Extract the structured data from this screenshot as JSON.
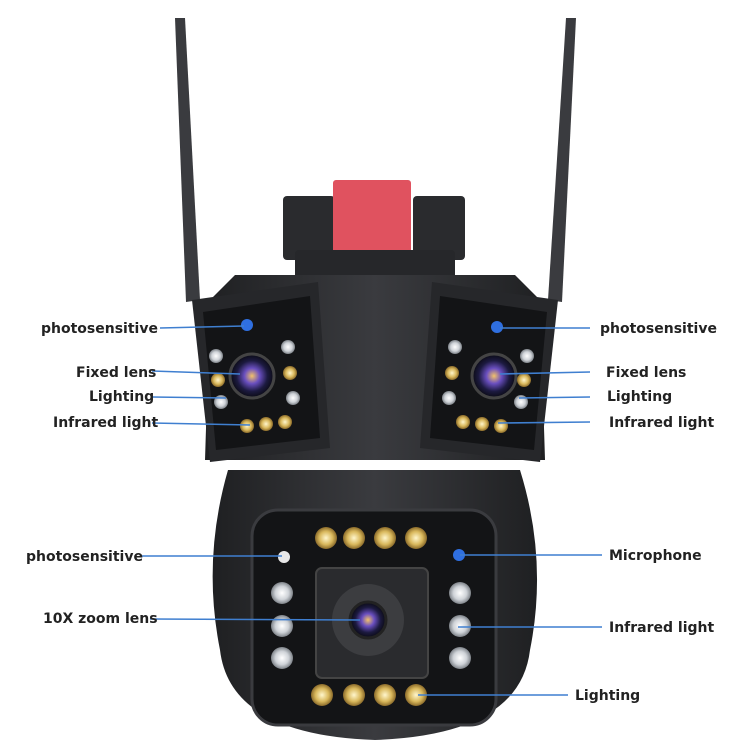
{
  "colors": {
    "body": "#2f3033",
    "body_dark": "#1f2022",
    "panel": "#17181a",
    "accent_red": "#e0525f",
    "leader_line": "#3f7fd0",
    "label_text": "#222222"
  },
  "labels": {
    "left_photosensitive": "photosensitive",
    "left_fixed_lens": "Fixed lens",
    "left_lighting": "Lighting",
    "left_infrared": "Infrared light",
    "right_photosensitive": "photosensitive",
    "right_fixed_lens": "Fixed lens",
    "right_lighting": "Lighting",
    "right_infrared": "Infrared light",
    "bottom_photosensitive": "photosensitive",
    "microphone": "Microphone",
    "zoom_lens": "10X zoom lens",
    "bottom_infrared": "Infrared light",
    "bottom_lighting": "Lighting"
  }
}
